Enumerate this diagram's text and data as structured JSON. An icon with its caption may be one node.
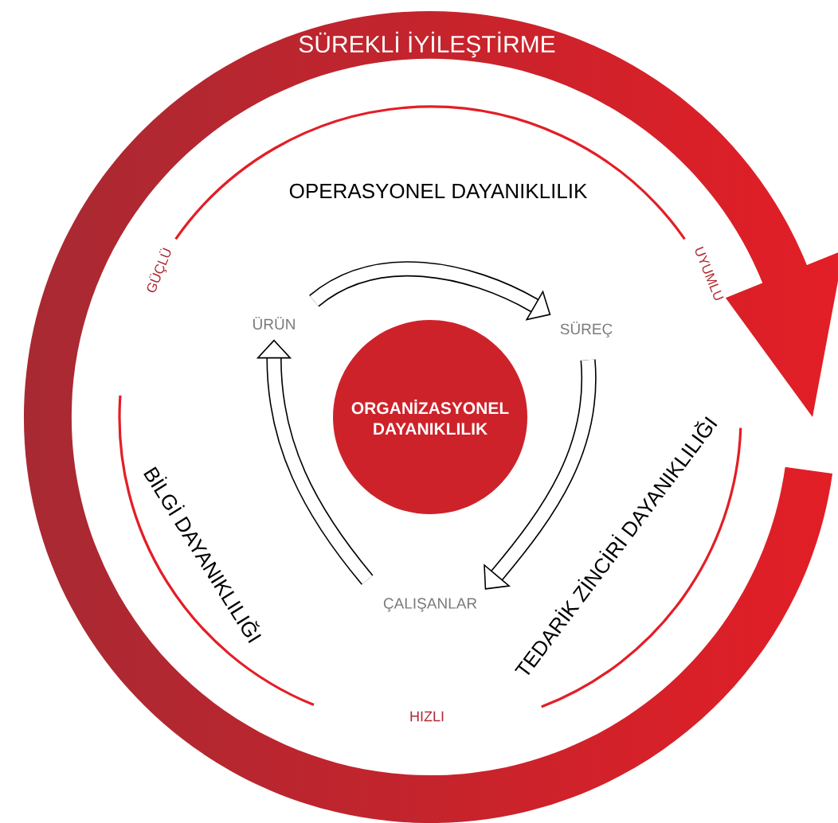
{
  "diagram": {
    "nodes": [
      {
        "text": [
          "SÜREKLİ İYİLEŞTİRME"
        ]
      },
      {
        "text": [
          "ÜRÜN"
        ]
      },
      {
        "text": [
          "SÜREÇ"
        ]
      },
      {
        "text": [
          "ORGANİZASYONEL DAYANIKLILIK"
        ]
      },
      {
        "text": [
          "ÇALIŞANLAR"
        ]
      }
    ],
    "edges": [
      {
        "from": 1,
        "to": 2,
        "arrow": "to"
      },
      {
        "from": 2,
        "to": 4,
        "arrow": "to"
      },
      {
        "from": 4,
        "to": 1,
        "arrow": "to"
      }
    ],
    "labels": [
      "OPERASYONEL DAYANIKLILIK",
      "GÜÇLÜ",
      "UYUMLU",
      "BİLGİ DAYANIKLILIĞI",
      "TEDARİK ZİNCİRİ DAYANIKLILIĞI",
      "HIZLI"
    ]
  }
}
